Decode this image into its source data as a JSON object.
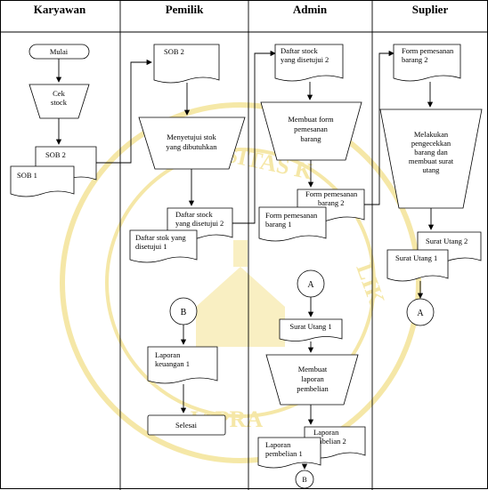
{
  "lanes": [
    "Karyawan",
    "Pemilik",
    "Admin",
    "Suplier"
  ],
  "watermark": {
    "top_text": "ERSITAS K",
    "right_text": "LIK",
    "bottom_text": "JAPRA"
  },
  "karyawan": {
    "start": "Mulai",
    "check": [
      "Cek",
      "stock"
    ],
    "doc_front": "SOB 2",
    "doc_back": "SOB 1"
  },
  "pemilik": {
    "doc_sob": "SOB 2",
    "approve": [
      "Menyetujui stok",
      "yang dibutuhkan"
    ],
    "doc_front": [
      "Daftar stock",
      "yang disetujui 2"
    ],
    "doc_back": [
      "Daftar stok yang",
      "disetujui 1"
    ],
    "connector": "B",
    "report": [
      "Laporan",
      "keuangan 1"
    ],
    "end": "Selesai"
  },
  "admin": {
    "doc_list": [
      "Daftar stock",
      "yang disetujui 2"
    ],
    "make_form": [
      "Membuat form",
      "pemesanan",
      "barang"
    ],
    "doc_front": [
      "Form pemesanan",
      "barang 2"
    ],
    "doc_back": [
      "Form pemesanan",
      "barang 1"
    ],
    "connector": "A",
    "debt_doc": "Surat Utang 1",
    "make_report": [
      "Membuat",
      "laporan",
      "pembelian"
    ],
    "doc_report_front": [
      "Laporan",
      "pembelian 2"
    ],
    "doc_report_back": [
      "Laporan",
      "pembelian 1"
    ],
    "connector_bottom": "B"
  },
  "suplier": {
    "doc_form": [
      "Form pemesanan",
      "barang 2"
    ],
    "check": [
      "Melakukan",
      "pengecekkan",
      "barang dan",
      "membuat surat",
      "utang"
    ],
    "doc_front": "Surat Utang 2",
    "doc_back": "Surat Utang 1",
    "connector": "A"
  }
}
